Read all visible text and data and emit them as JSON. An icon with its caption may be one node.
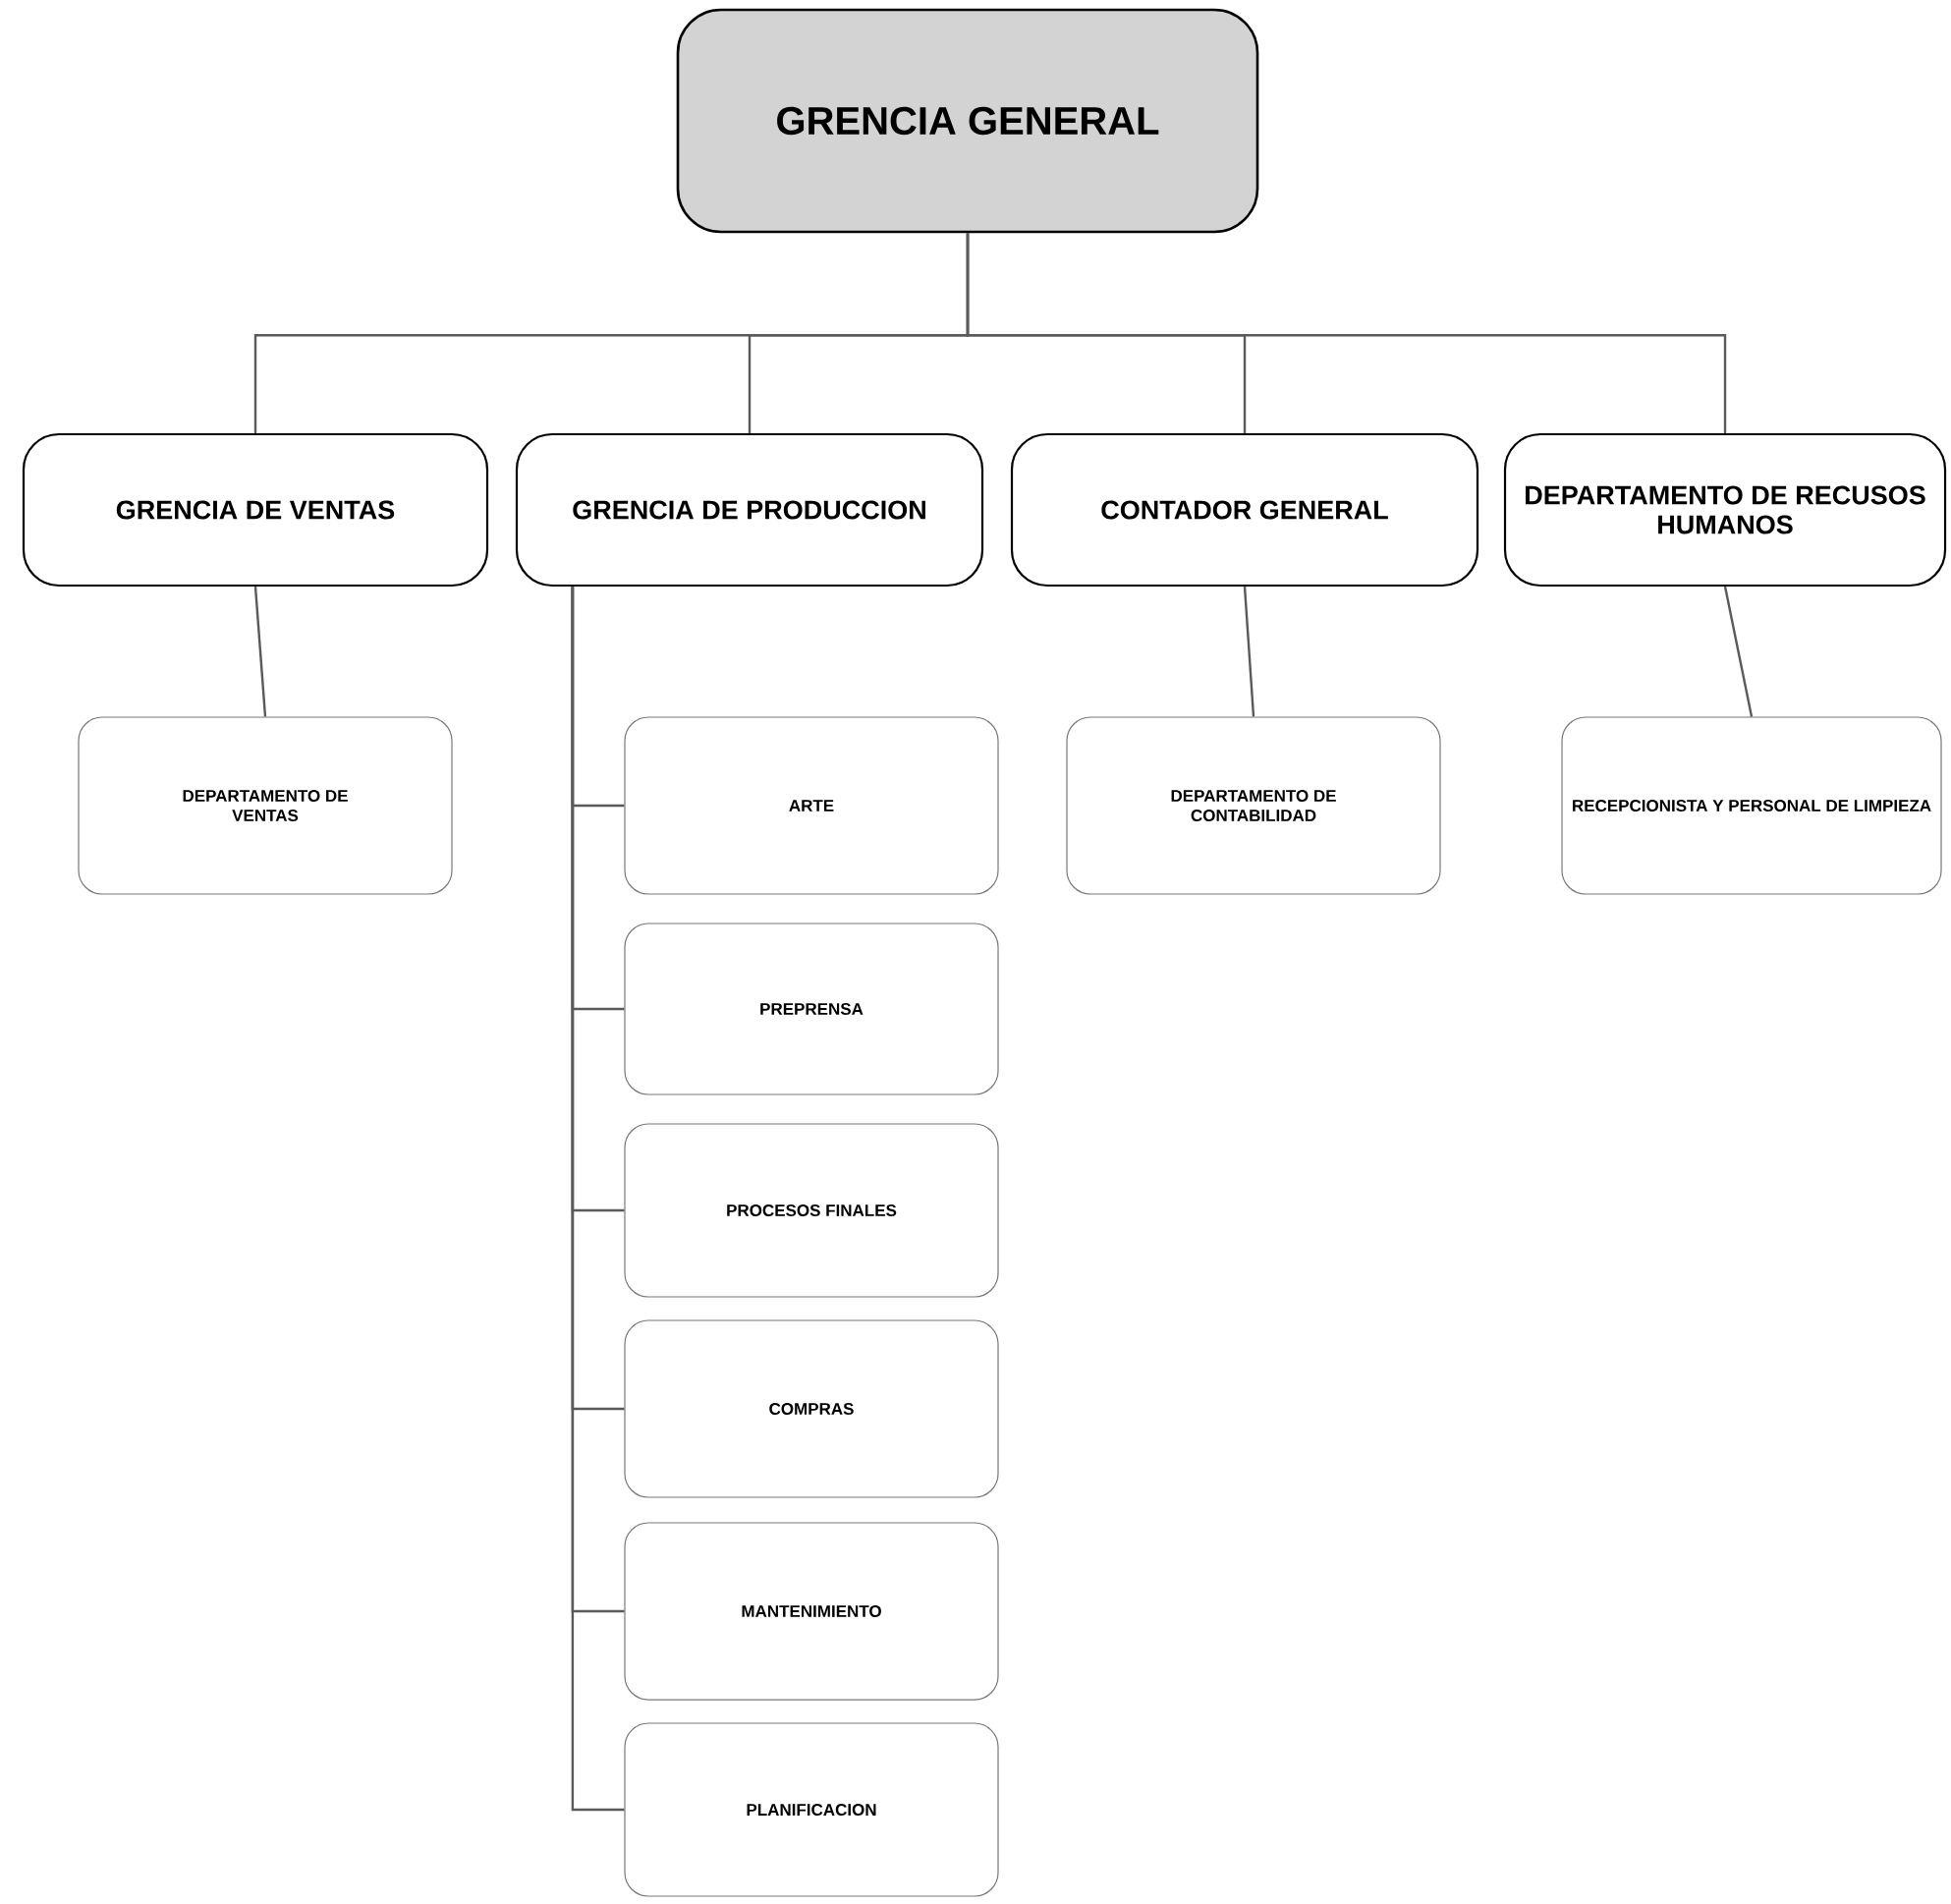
{
  "diagram": {
    "nodes": [
      {
        "text": [
          "GRENCIA GENERAL"
        ]
      },
      {
        "text": [
          "GRENCIA DE VENTAS"
        ]
      },
      {
        "text": [
          "GRENCIA DE PRODUCCION"
        ]
      },
      {
        "text": [
          "CONTADOR GENERAL"
        ]
      },
      {
        "text": [
          "DEPARTAMENTO DE RECUSOS HUMANOS"
        ]
      },
      {
        "text": [
          "DEPARTAMENTO DE VENTAS"
        ]
      },
      {
        "text": [
          "ARTE"
        ]
      },
      {
        "text": [
          "DEPARTAMENTO DE CONTABILIDAD"
        ]
      },
      {
        "text": [
          "RECEPCIONISTA Y PERSONAL DE LIMPIEZA"
        ]
      },
      {
        "text": [
          "PREPRENSA"
        ]
      },
      {
        "text": [
          "PROCESOS FINALES"
        ]
      },
      {
        "text": [
          "COMPRAS"
        ]
      },
      {
        "text": [
          "MANTENIMIENTO"
        ]
      },
      {
        "text": [
          "PLANIFICACION"
        ]
      }
    ],
    "edges": [
      {
        "from": 0,
        "to": 1,
        "arrow": "none"
      },
      {
        "from": 0,
        "to": 2,
        "arrow": "none"
      },
      {
        "from": 0,
        "to": 3,
        "arrow": "none"
      },
      {
        "from": 0,
        "to": 4,
        "arrow": "none"
      },
      {
        "from": 1,
        "to": 5,
        "arrow": "none"
      },
      {
        "from": 2,
        "to": 6,
        "arrow": "none"
      },
      {
        "from": 3,
        "to": 7,
        "arrow": "none"
      },
      {
        "from": 4,
        "to": 8,
        "arrow": "none"
      },
      {
        "from": 2,
        "to": 9,
        "arrow": "none"
      },
      {
        "from": 2,
        "to": 10,
        "arrow": "none"
      },
      {
        "from": 2,
        "to": 11,
        "arrow": "none"
      },
      {
        "from": 2,
        "to": 12,
        "arrow": "none"
      },
      {
        "from": 2,
        "to": 13,
        "arrow": "none"
      }
    ]
  }
}
